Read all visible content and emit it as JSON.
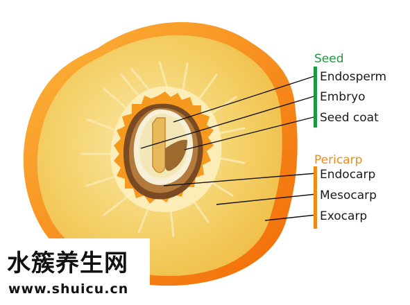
{
  "diagram": {
    "groups": [
      {
        "name": "Seed",
        "color": "#1a9a3c",
        "items": [
          "Endosperm",
          "Embryo",
          "Seed coat"
        ]
      },
      {
        "name": "Pericarp",
        "color": "#f08a16",
        "items": [
          "Endocarp",
          "Mesocarp",
          "Exocarp"
        ]
      }
    ],
    "colors": {
      "exocarp": "#f26a06",
      "exocarp_light": "#fcb53a",
      "mesocarp": "#f2c757",
      "mesocarp_light": "#fbe7a6",
      "endocarp": "#f59a1e",
      "seed_coat": "#7a4a22",
      "endosperm": "#f3e7b8",
      "embryo": "#e7b95a"
    }
  },
  "watermark": {
    "title": "水簇养生网",
    "url": "www.shuicu.cn"
  }
}
